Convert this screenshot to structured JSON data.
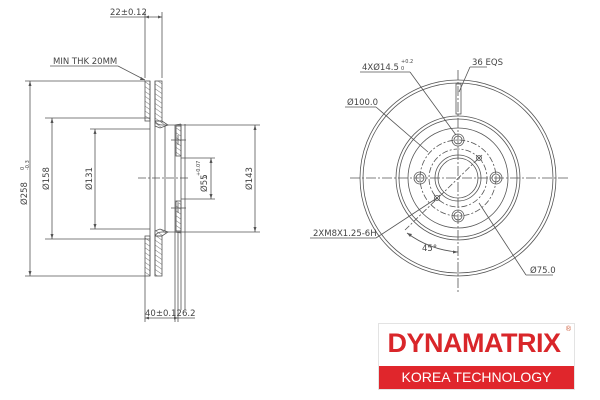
{
  "side_view": {
    "overall_thickness": "22±0.12",
    "min_thickness": "MIN THK 20MM",
    "outer_diameter": "Ø258",
    "outer_diameter_tol_upper": "0",
    "outer_diameter_tol_lower": "-0.3",
    "dia_158": "Ø158",
    "dia_131": "Ø131",
    "center_bore": "Ø55",
    "center_bore_tol_upper": "+0.07",
    "center_bore_tol_lower": "0",
    "hat_diameter": "Ø143",
    "total_height": "40±0.12",
    "hat_thickness": "6.2"
  },
  "front_view": {
    "bolt_holes": "4XØ14.5",
    "bolt_holes_tol_upper": "+0.2",
    "bolt_holes_tol_lower": "0",
    "vanes": "36 EQS",
    "bolt_circle": "Ø100.0",
    "threaded_holes": "2XM8X1.25-6H",
    "angle": "45°",
    "inner_circle": "Ø75.0"
  },
  "logo": {
    "brand": "DYNAMATRIX",
    "registered": "®",
    "tagline": "KOREA TECHNOLOGY",
    "brand_color": "#d9262a",
    "band_color": "#e0262c"
  }
}
